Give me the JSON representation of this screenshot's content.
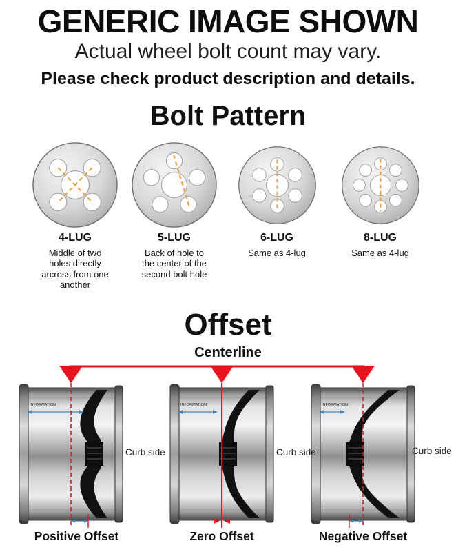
{
  "header": {
    "title": "GENERIC IMAGE SHOWN",
    "subtitle": "Actual wheel bolt count may vary.",
    "note": "Please check product description and details."
  },
  "bolt_pattern": {
    "title": "Bolt Pattern",
    "items": [
      {
        "label": "4-LUG",
        "description": "Middle of two holes directly arcross from one another"
      },
      {
        "label": "5-LUG",
        "description": "Back of hole to the center of the second bolt hole"
      },
      {
        "label": "6-LUG",
        "description": "Same as 4-lug"
      },
      {
        "label": "8-LUG",
        "description": "Same as 4-lug"
      }
    ]
  },
  "offset": {
    "title": "Offset",
    "centerline_label": "Centerline",
    "curb_side": "Curb side",
    "watermark": "INFORMATION",
    "diagrams": [
      {
        "label": "Positive Offset"
      },
      {
        "label": "Zero Offset"
      },
      {
        "label": "Negative Offset"
      }
    ]
  },
  "colors": {
    "centerline_red": "#e8131c",
    "dimension_blue": "#3f87c5",
    "pattern_dash_orange": "#f2a03a"
  }
}
